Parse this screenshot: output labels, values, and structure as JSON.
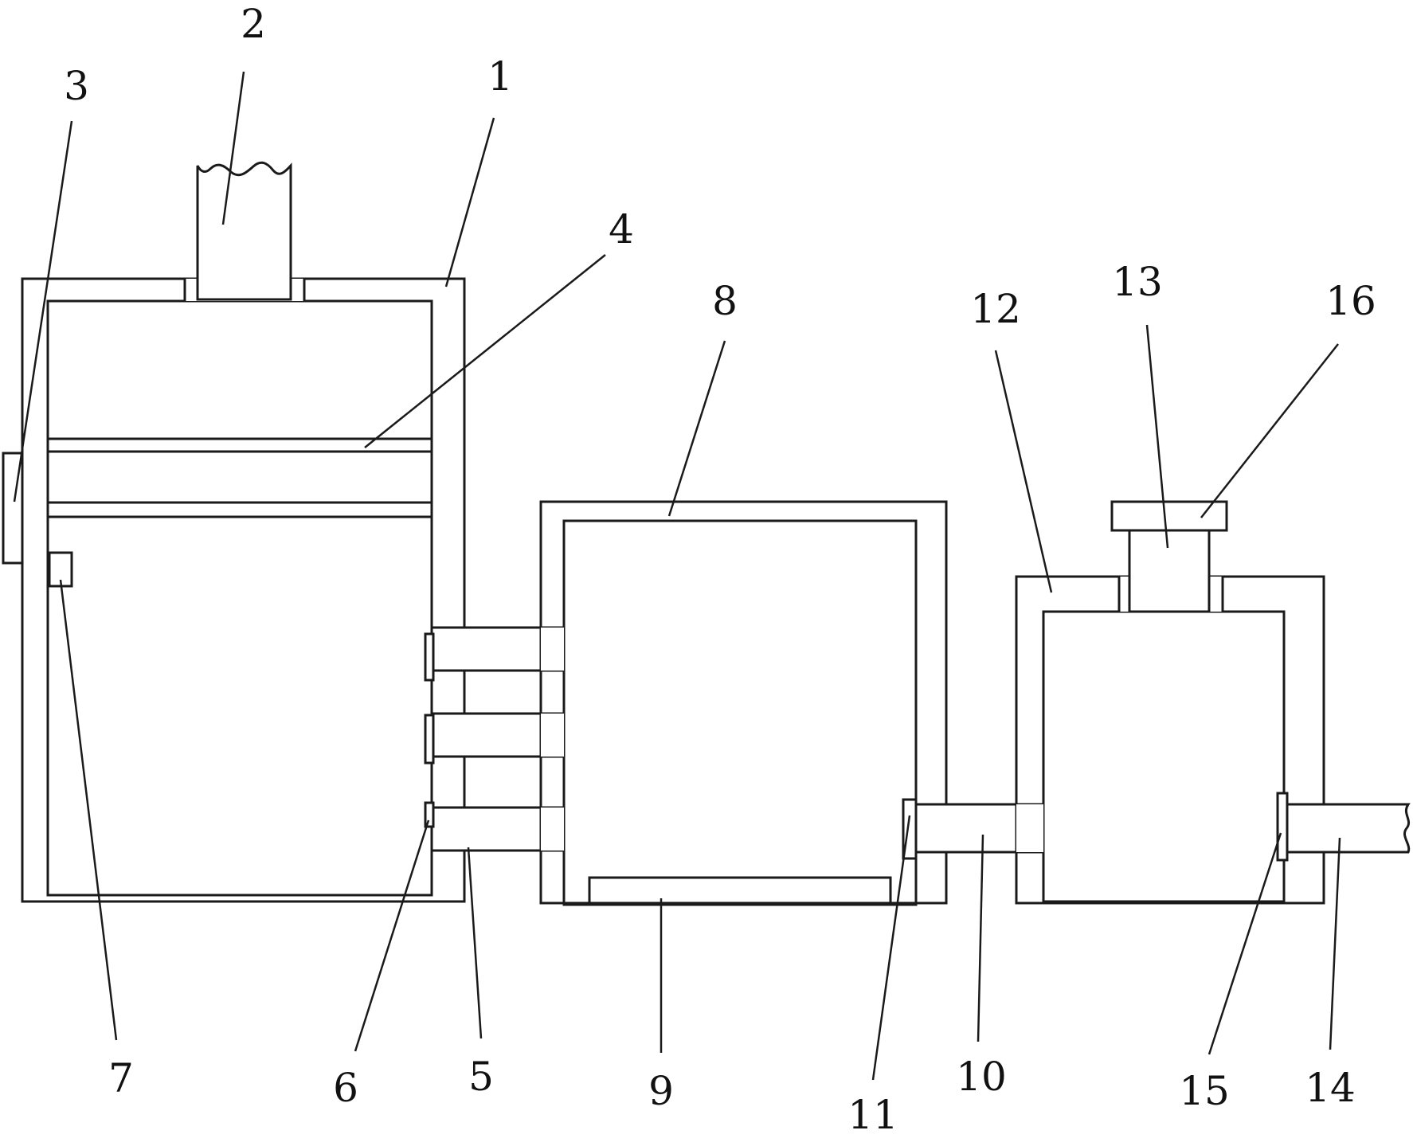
{
  "diagram": {
    "labels": [
      {
        "id": "1",
        "text": "1"
      },
      {
        "id": "2",
        "text": "2"
      },
      {
        "id": "3",
        "text": "3"
      },
      {
        "id": "4",
        "text": "4"
      },
      {
        "id": "5",
        "text": "5"
      },
      {
        "id": "6",
        "text": "6"
      },
      {
        "id": "7",
        "text": "7"
      },
      {
        "id": "8",
        "text": "8"
      },
      {
        "id": "9",
        "text": "9"
      },
      {
        "id": "10",
        "text": "10"
      },
      {
        "id": "11",
        "text": "11"
      },
      {
        "id": "12",
        "text": "12"
      },
      {
        "id": "13",
        "text": "13"
      },
      {
        "id": "14",
        "text": "14"
      },
      {
        "id": "15",
        "text": "15"
      },
      {
        "id": "16",
        "text": "16"
      }
    ]
  },
  "colors": {
    "line": "#1a1a1a",
    "background": "#ffffff"
  }
}
